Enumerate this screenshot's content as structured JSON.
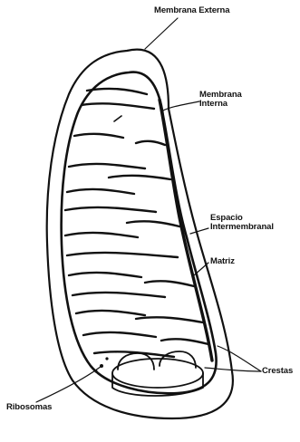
{
  "colors": {
    "ink": "#111111",
    "background": "#ffffff"
  },
  "labels": {
    "outer_membrane": "Membrana Externa",
    "inner_membrane_line1": "Membrana",
    "inner_membrane_line2": "Interna",
    "intermembrane_space_line1": "Espacio",
    "intermembrane_space_line2": "Intermembranal",
    "matrix": "Matriz",
    "cristae": "Crestas",
    "ribosomes": "Ribosomas"
  }
}
